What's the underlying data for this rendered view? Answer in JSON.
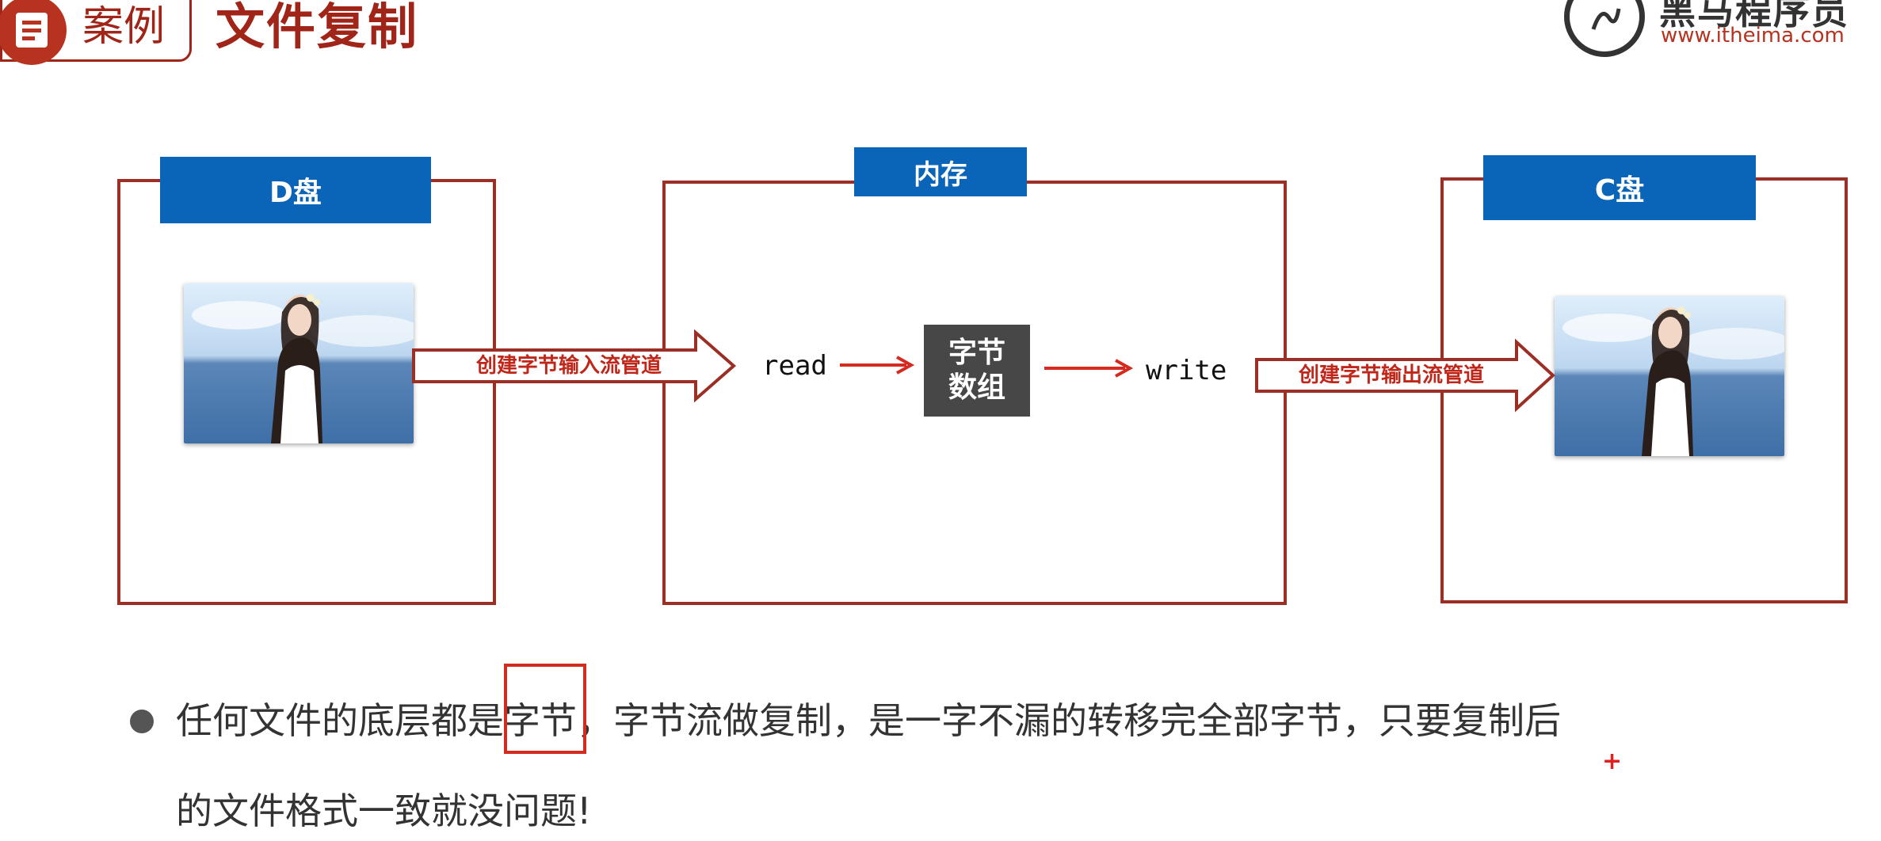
{
  "header": {
    "badge_label": "案例",
    "title": "文件复制",
    "logo_name": "黑马程序员",
    "logo_url": "www.itheima.com"
  },
  "diagram": {
    "d_drive": {
      "tab": "D盘"
    },
    "memory": {
      "tab": "内存",
      "read_label": "read",
      "write_label": "write",
      "byte_array_line1": "字节",
      "byte_array_line2": "数组"
    },
    "c_drive": {
      "tab": "C盘"
    },
    "input_arrow_label": "创建字节输入流管道",
    "output_arrow_label": "创建字节输出流管道"
  },
  "bullet": {
    "line1_before": "任何文件的底层都是",
    "line1_highlight": "字节",
    "line1_after": "，字节流做复制，是一字不漏的转移完全部字节，只要复制后",
    "line2": "的文件格式一致就没问题!"
  },
  "colors": {
    "accent_red": "#a02418",
    "tab_blue": "#0a64b8",
    "frame_red": "#9b2f25",
    "byte_box": "#474747"
  }
}
